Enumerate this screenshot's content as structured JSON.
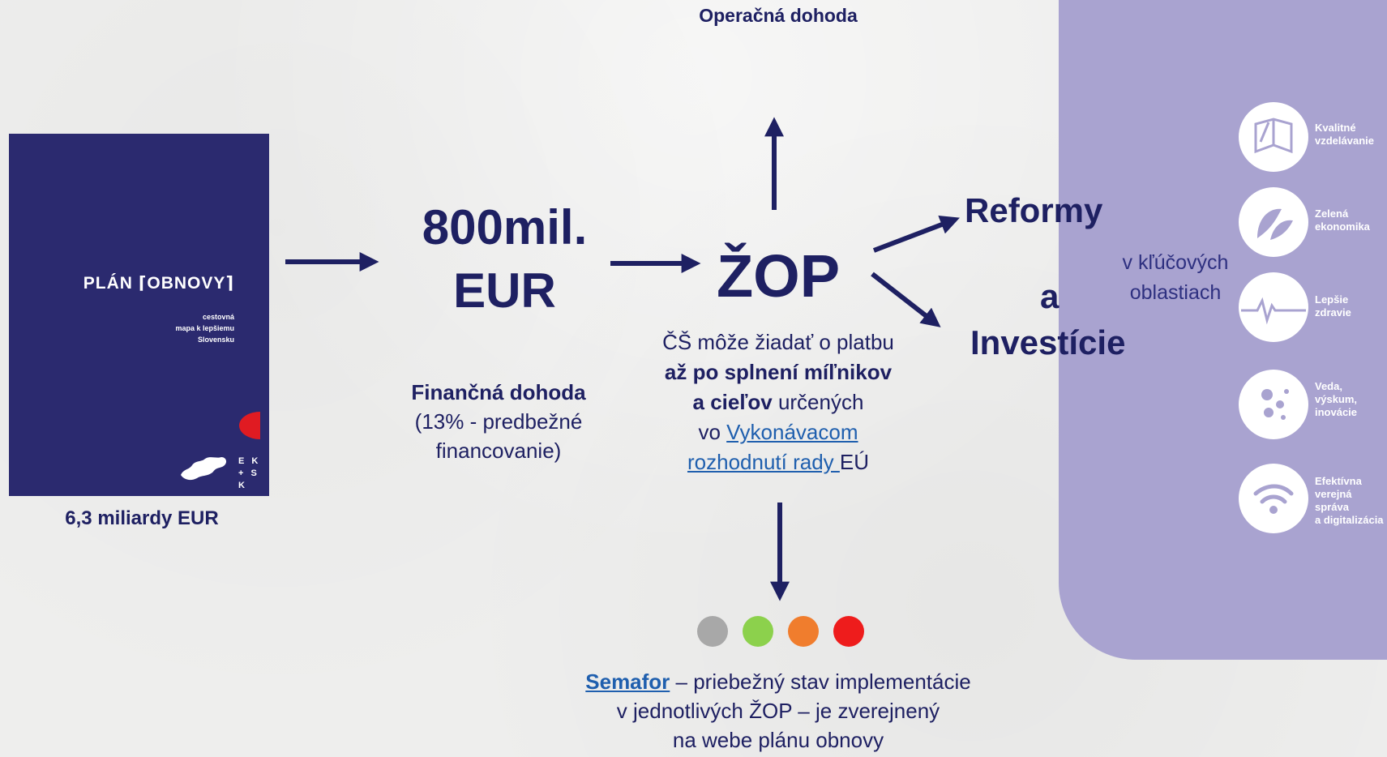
{
  "cover": {
    "title": "PLÁN ⌈OBNOVY⌉",
    "subtitle_lines": [
      "cestovná",
      "mapa k lepšiemu",
      "Slovensku"
    ],
    "badge_lines": [
      "E K",
      "+ S K"
    ],
    "caption": "6,3 miliardy EUR"
  },
  "amount": {
    "line1": "800mil.",
    "line2": "EUR"
  },
  "financial": {
    "title": "Finančná dohoda",
    "line2": "(13% - predbežné",
    "line3": "financovanie)"
  },
  "operational_agreement": "Operačná dohoda",
  "zop": {
    "title": "ŽOP",
    "desc_1": "ČŠ môže žiadať o platbu",
    "desc_2_bold": "až po splnení míľnikov",
    "desc_3_bold": "a cieľov",
    "desc_3_rest": " určených",
    "desc_4_prefix": "vo ",
    "desc_4_link": "Vykonávacom",
    "desc_5_link": "rozhodnutí rady ",
    "desc_5_rest": "EÚ"
  },
  "outcomes": {
    "reformy": "Reformy",
    "a": "a",
    "investicie": "Investície",
    "key_1": "v kľúčových",
    "key_2": "oblastiach"
  },
  "semaphore": {
    "colors": [
      "#a8a8a8",
      "#8cd14c",
      "#f07d2d",
      "#ee1c1c"
    ],
    "link": "Semafor",
    "text_1": " – priebežný stav implementácie",
    "text_2": "v jednotlivých ŽOP – je zverejnený",
    "text_3": "na webe plánu obnovy"
  },
  "areas": [
    {
      "icon": "book-icon",
      "line1": "Kvalitné",
      "line2": "vzdelávanie"
    },
    {
      "icon": "leaf-icon",
      "line1": "Zelená",
      "line2": "ekonomika"
    },
    {
      "icon": "heartbeat-icon",
      "line1": "Lepšie",
      "line2": "zdravie"
    },
    {
      "icon": "science-icon",
      "line1": "Veda,",
      "line2": "výskum,",
      "line3": "inovácie"
    },
    {
      "icon": "wifi-icon",
      "line1": "Efektívna",
      "line2": "verejná správa",
      "line3": "a digitalizácia"
    }
  ],
  "colors": {
    "navy": "#1e2062",
    "panel": "#a9a3d0",
    "cover": "#2b2a6f",
    "link": "#1f5fae"
  }
}
